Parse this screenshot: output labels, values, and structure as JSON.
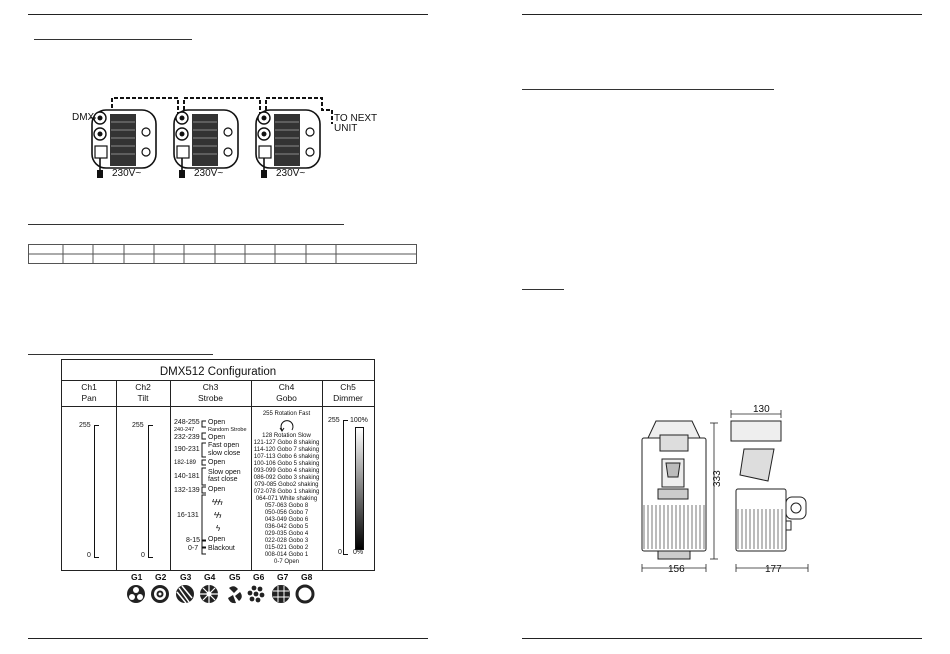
{
  "left_page": {
    "connection_labels": {
      "dmx": "DMX",
      "to_next_unit_line1": "TO NEXT",
      "to_next_unit_line2": "UNIT",
      "voltage": "230V~"
    }
  },
  "dmx_config": {
    "title": "DMX512 Configuration",
    "channels": [
      {
        "id": "Ch1",
        "name": "Pan"
      },
      {
        "id": "Ch2",
        "name": "Tilt"
      },
      {
        "id": "Ch3",
        "name": "Strobe"
      },
      {
        "id": "Ch4",
        "name": "Gobo"
      },
      {
        "id": "Ch5",
        "name": "Dimmer"
      }
    ],
    "pan_max": "255",
    "pan_min": "0",
    "tilt_max": "255",
    "tilt_min": "0",
    "strobe": [
      {
        "range": "248-255",
        "label": "Open"
      },
      {
        "range": "240-247",
        "label": "Random Strobe"
      },
      {
        "range": "232-239",
        "label": "Open"
      },
      {
        "range": "190-231",
        "label": "Fast open"
      },
      {
        "range": "",
        "label": "slow close"
      },
      {
        "range": "182-189",
        "label": "Open"
      },
      {
        "range": "140-181",
        "label": "Slow open"
      },
      {
        "range": "",
        "label": "fast  close"
      },
      {
        "range": "132-139",
        "label": "Open"
      },
      {
        "range": "16-131",
        "label": ""
      },
      {
        "range": "8-15",
        "label": "Open"
      },
      {
        "range": "0-7",
        "label": "Blackout"
      }
    ],
    "gobo": [
      "255 Rotation Fast",
      "128 Rotation  Slow",
      "121-127 Gobo 8 shaking",
      "114-120 Gobo 7 shaking",
      "107-113 Gobo 6 shaking",
      "100-106 Gobo 5 shaking",
      "093-099 Gobo 4 shaking",
      "086-092 Gobo 3 shaking",
      "079-085 Gobo2 shaking",
      "072-078 Gobo 1 shaking",
      "064-071 White shaking",
      "057-063 Gobo 8",
      "050-056 Gobo 7",
      "043-049 Gobo 6",
      "036-042 Gobo 5",
      "029-035 Gobo 4",
      "022-028 Gobo 3",
      "015-021 Gobo 2",
      "008-014 Gobo 1",
      "0-7   Open"
    ],
    "dimmer_max": "255",
    "dimmer_min": "0",
    "dimmer_top_pct": "100%",
    "dimmer_bottom_pct": "0%",
    "gobo_wheel": [
      "G1",
      "G2",
      "G3",
      "G4",
      "G5",
      "G6",
      "G7",
      "G8"
    ]
  },
  "dimensions": {
    "top_width": "130",
    "height": "333",
    "front_width": "156",
    "side_width": "177"
  }
}
